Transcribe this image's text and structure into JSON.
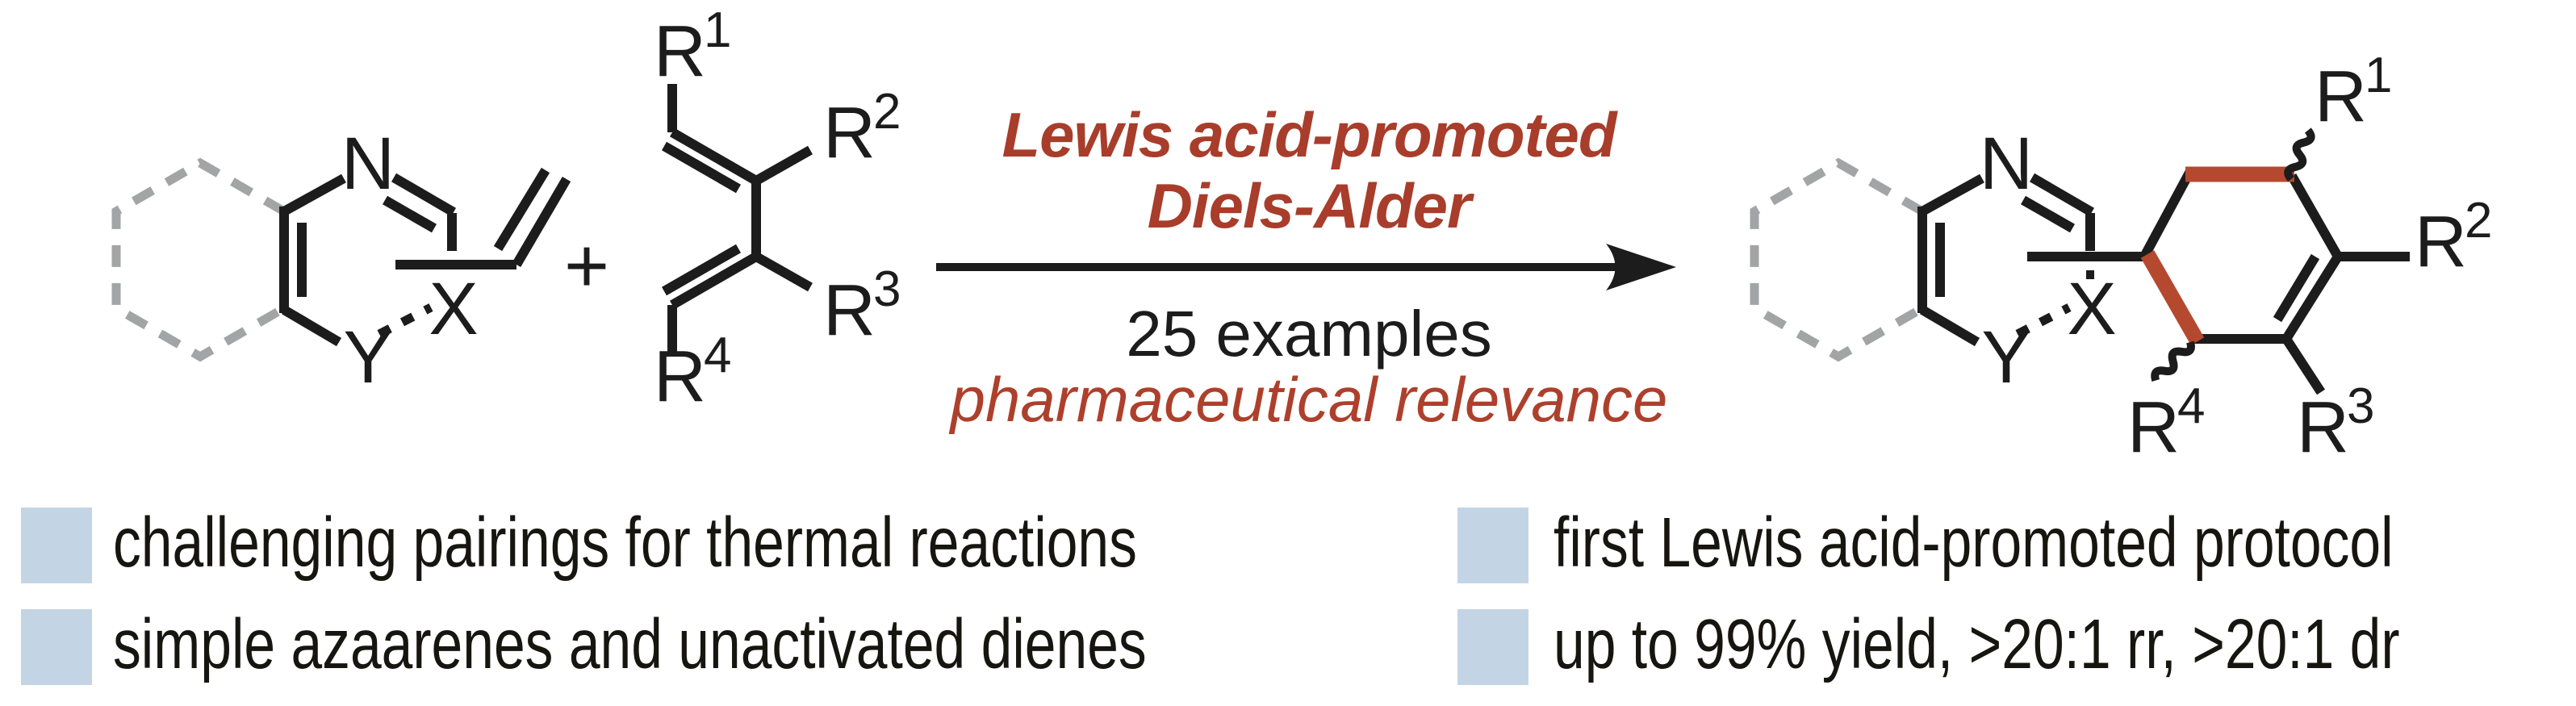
{
  "reaction": {
    "title_line1": "Lewis acid-promoted",
    "title_line2": "Diels-Alder",
    "examples_count": "25 examples",
    "relevance_note": "pharmaceutical relevance",
    "plus_sign": "+"
  },
  "atom_labels": {
    "nitrogen": "N",
    "x_atom": "X",
    "y_atom": "Y"
  },
  "substituents": {
    "r1": {
      "base": "R",
      "sup": "1"
    },
    "r2": {
      "base": "R",
      "sup": "2"
    },
    "r3": {
      "base": "R",
      "sup": "3"
    },
    "r4": {
      "base": "R",
      "sup": "4"
    }
  },
  "bullets_left": [
    {
      "label": "challenging pairings for thermal reactions"
    },
    {
      "label": "simple azaarenes and unactivated dienes"
    }
  ],
  "bullets_right": [
    {
      "label": "first Lewis acid-promoted protocol"
    },
    {
      "label": "up to 99% yield, >20:1 rr, >20:1 dr"
    }
  ],
  "colors": {
    "accent_red_text": "#A83D2B",
    "highlight_bond_red": "#B4492F",
    "faded_ring_gray": "#A3A4A6",
    "bullet_square_blue": "#C3D5E5",
    "ink_black": "#1C1C1C"
  }
}
